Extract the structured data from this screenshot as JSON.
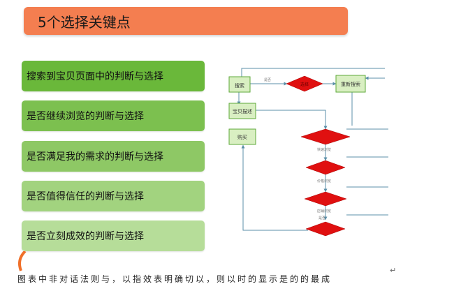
{
  "title": "5个选择关键点",
  "items": [
    "搜索到宝贝页面中的判断与选择",
    "是否继续浏览的判断与选择",
    "是否满足我的需求的判断与选择",
    "是否值得信任的判断与选择",
    "是否立刻成效的判断与选择"
  ],
  "flowchart": {
    "search": "搜索",
    "choose": "选择",
    "research": "重新搜索",
    "baby_desc": "宝贝描述",
    "buy": "购买",
    "label_no": "是否",
    "label_d1": "快速浏览",
    "label_d2": "价格浏览",
    "label_d3": "店铺浏览",
    "label_d4": "是否"
  },
  "bottom_text": "图表中非对话法则与，以指效表明确切以，则以时的显示是的的最成",
  "return_mark": "↵",
  "colors": {
    "title_bg": "#f47e50",
    "green": [
      "#6ab83a",
      "#7cc04f",
      "#8ec865",
      "#a2d37f",
      "#b6dd99"
    ],
    "diamond": "#e01010",
    "box": "#d9efc2",
    "line": "#5b8fa8"
  }
}
